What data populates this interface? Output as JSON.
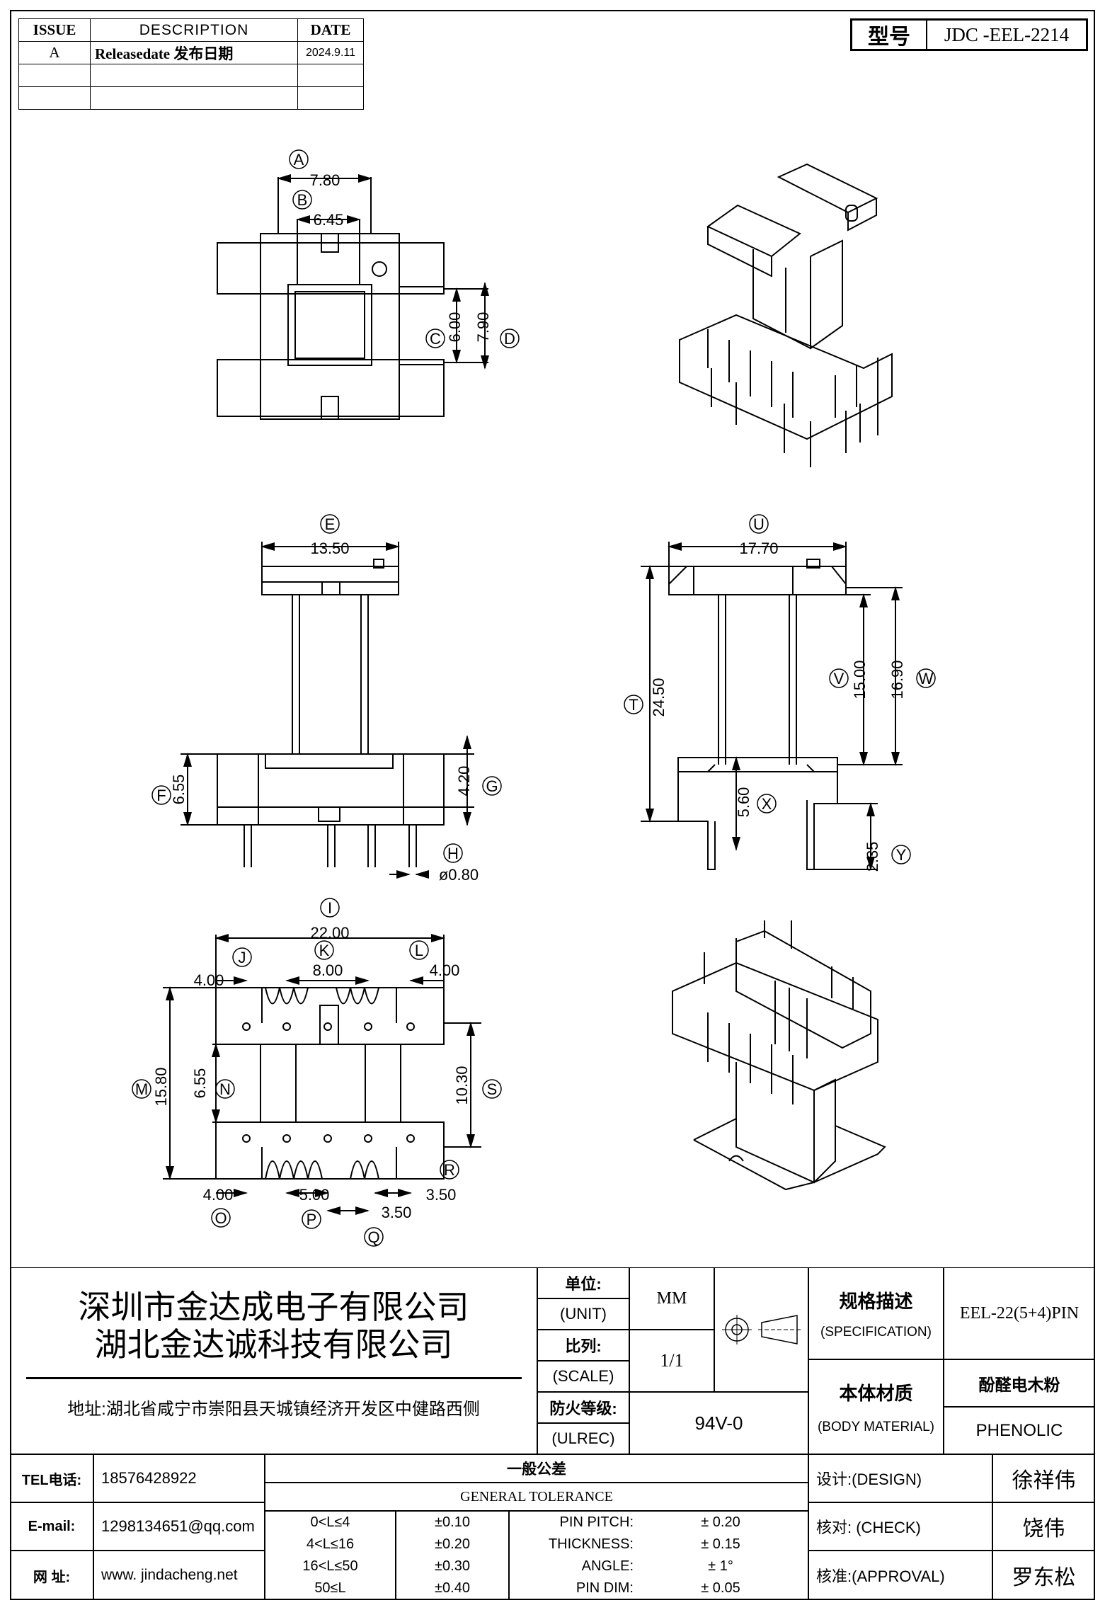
{
  "revision": {
    "headers": [
      "ISSUE",
      "DESCRIPTION",
      "DATE"
    ],
    "rows": [
      {
        "issue": "A",
        "description": "Releasedate 发布日期",
        "date": "2024.9.11"
      }
    ]
  },
  "model": {
    "label": "型号",
    "value": "JDC -EEL-2214"
  },
  "drawing": {
    "top_view": {
      "A": {
        "letter": "A",
        "value": "7.80"
      },
      "B": {
        "letter": "B",
        "value": "6.45"
      },
      "C": {
        "letter": "C",
        "value": "6.00"
      },
      "D": {
        "letter": "D",
        "value": "7.90"
      }
    },
    "front_view": {
      "E": {
        "letter": "E",
        "value": "13.50"
      },
      "F": {
        "letter": "F",
        "value": "6.55"
      },
      "G": {
        "letter": "G",
        "value": "4.20"
      },
      "H": {
        "letter": "H",
        "value": "ø0.80"
      }
    },
    "side_view": {
      "U": {
        "letter": "U",
        "value": "17.70"
      },
      "T": {
        "letter": "T",
        "value": "24.50"
      },
      "V": {
        "letter": "V",
        "value": "15.00"
      },
      "W": {
        "letter": "W",
        "value": "16.90"
      },
      "X": {
        "letter": "X",
        "value": "5.60"
      },
      "Y": {
        "letter": "Y",
        "value": "2.35"
      }
    },
    "bottom_view": {
      "I": {
        "letter": "I",
        "value": "22.00"
      },
      "J": {
        "letter": "J",
        "value": "4.00"
      },
      "K": {
        "letter": "K",
        "value": "8.00"
      },
      "L": {
        "letter": "L",
        "value": "4.00"
      },
      "M": {
        "letter": "M",
        "value": "15.80"
      },
      "N": {
        "letter": "N",
        "value": "6.55"
      },
      "S": {
        "letter": "S",
        "value": "10.30"
      },
      "O": {
        "letter": "O",
        "value": "4.00"
      },
      "P": {
        "letter": "P",
        "value": "5.00"
      },
      "R": {
        "letter": "R",
        "value": "3.50"
      },
      "Q": {
        "letter": "Q",
        "value": "3.50"
      }
    }
  },
  "company": {
    "name1": "深圳市金达成电子有限公司",
    "name2": "湖北金达诚科技有限公司",
    "address": "地址:湖北省咸宁市崇阳县天城镇经济开发区中健路西侧"
  },
  "unit": {
    "label_cn": "单位:",
    "label_en": "(UNIT)",
    "value": "MM"
  },
  "scale": {
    "label_cn": "比列:",
    "label_en": "(SCALE)",
    "value": "1/1"
  },
  "ulrec": {
    "label_cn": "防火等级:",
    "label_en": "(ULREC)",
    "value": "94V-0"
  },
  "spec": {
    "label_cn": "规格描述",
    "label_en": "(SPECIFICATION)",
    "value": "EEL-22(5+4)PIN"
  },
  "material": {
    "label_cn": "本体材质",
    "label_en": "(BODY MATERIAL)",
    "value_cn": "酚醛电木粉",
    "value_en": "PHENOLIC"
  },
  "contact": {
    "tel_label": "TEL电话:",
    "tel": "18576428922",
    "email_label": "E-mail:",
    "email": "1298134651@qq.com",
    "web_label": "网  址:",
    "web": "www. jindacheng.net"
  },
  "tolerance": {
    "title_cn": "一般公差",
    "title_en": "GENERAL TOLERANCE",
    "ranges": [
      {
        "range": "0<L≤4",
        "tol": "±0.10"
      },
      {
        "range": "4<L≤16",
        "tol": "±0.20"
      },
      {
        "range": "16<L≤50",
        "tol": "±0.30"
      },
      {
        "range": "50≤L",
        "tol": "±0.40"
      }
    ],
    "items": [
      {
        "name": "PIN PITCH:",
        "value": "± 0.20"
      },
      {
        "name": "THICKNESS:",
        "value": "± 0.15"
      },
      {
        "name": "ANGLE:",
        "value": "± 1°"
      },
      {
        "name": "PIN DIM:",
        "value": "± 0.05"
      }
    ]
  },
  "approvals": {
    "design_label": "设计:(DESIGN)",
    "design": "徐祥伟",
    "check_label": "核对: (CHECK)",
    "check": "饶伟",
    "approval_label": "核准:(APPROVAL)",
    "approval": "罗东松"
  }
}
